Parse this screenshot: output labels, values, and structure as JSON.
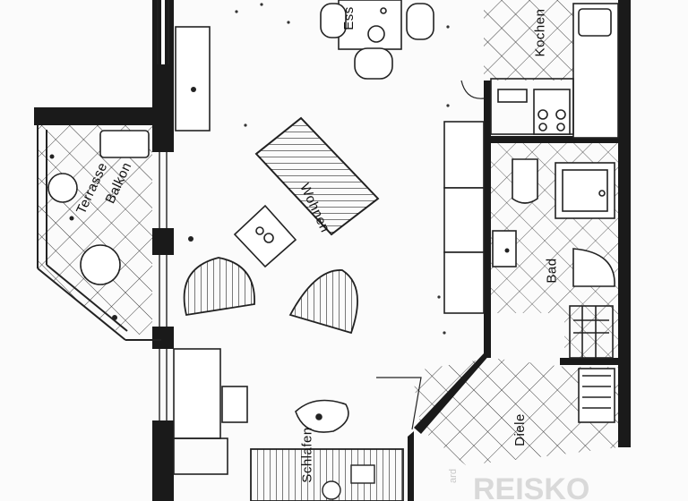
{
  "rooms": {
    "ess": "Ess",
    "kochen": "Kochen",
    "wohnen": "Wohnen",
    "terrasse": "Terrasse",
    "balkon": "Balkon",
    "bad": "Bad",
    "diele": "Diele",
    "schlafen": "Schlafen"
  },
  "watermark": {
    "text": "REISKO",
    "sub": "ard"
  },
  "colors": {
    "wall": "#1a1a1a",
    "line": "#222222",
    "hatch": "#333333",
    "paper": "#fbfbfb",
    "watermark": "#d9d9d9"
  }
}
